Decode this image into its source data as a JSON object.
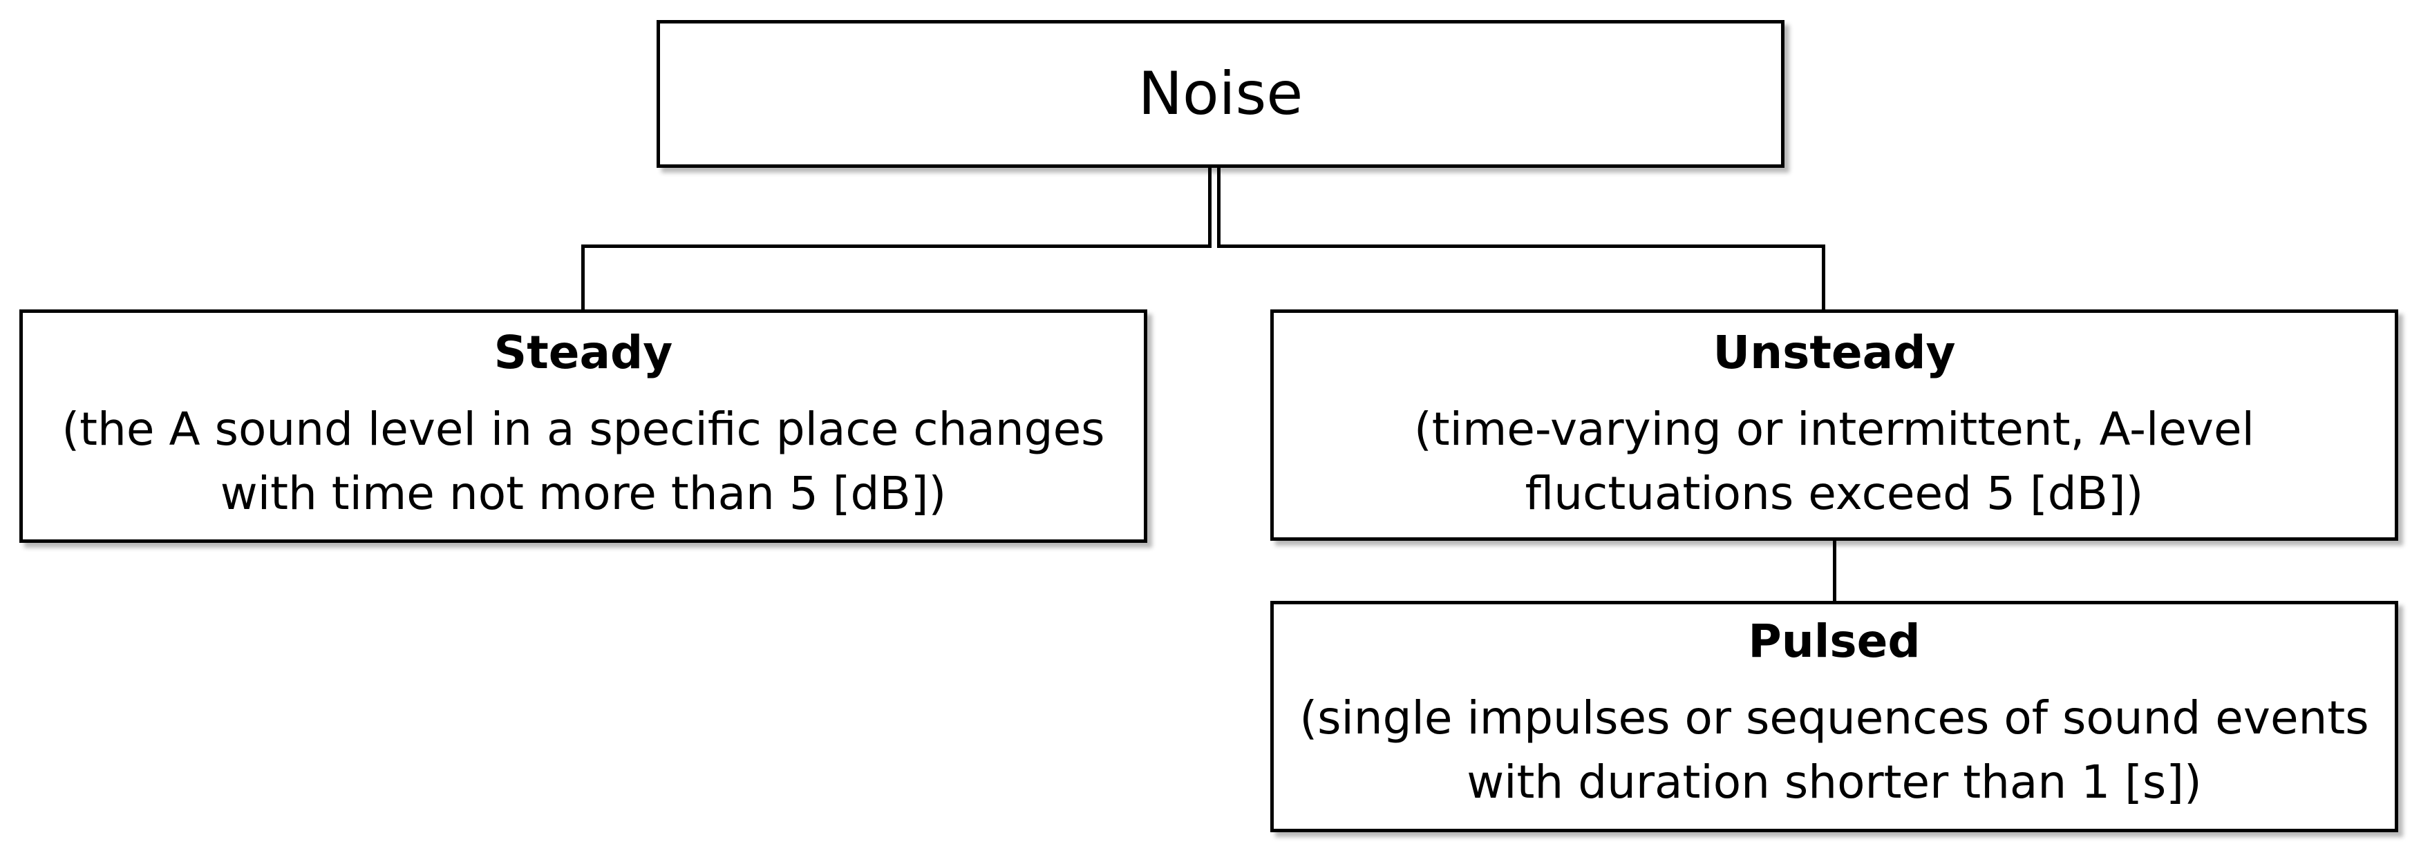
{
  "diagram": {
    "root": {
      "label": "Noise"
    },
    "steady": {
      "title": "Steady",
      "description": "(the A sound level in a specific place changes with time not more than 5 [dB])"
    },
    "unsteady": {
      "title": "Unsteady",
      "description": "(time-varying or intermittent, A-level fluctuations exceed 5 [dB])"
    },
    "pulsed": {
      "title": "Pulsed",
      "description": "(single impulses or sequences of sound events with duration shorter than 1 [s])"
    }
  }
}
